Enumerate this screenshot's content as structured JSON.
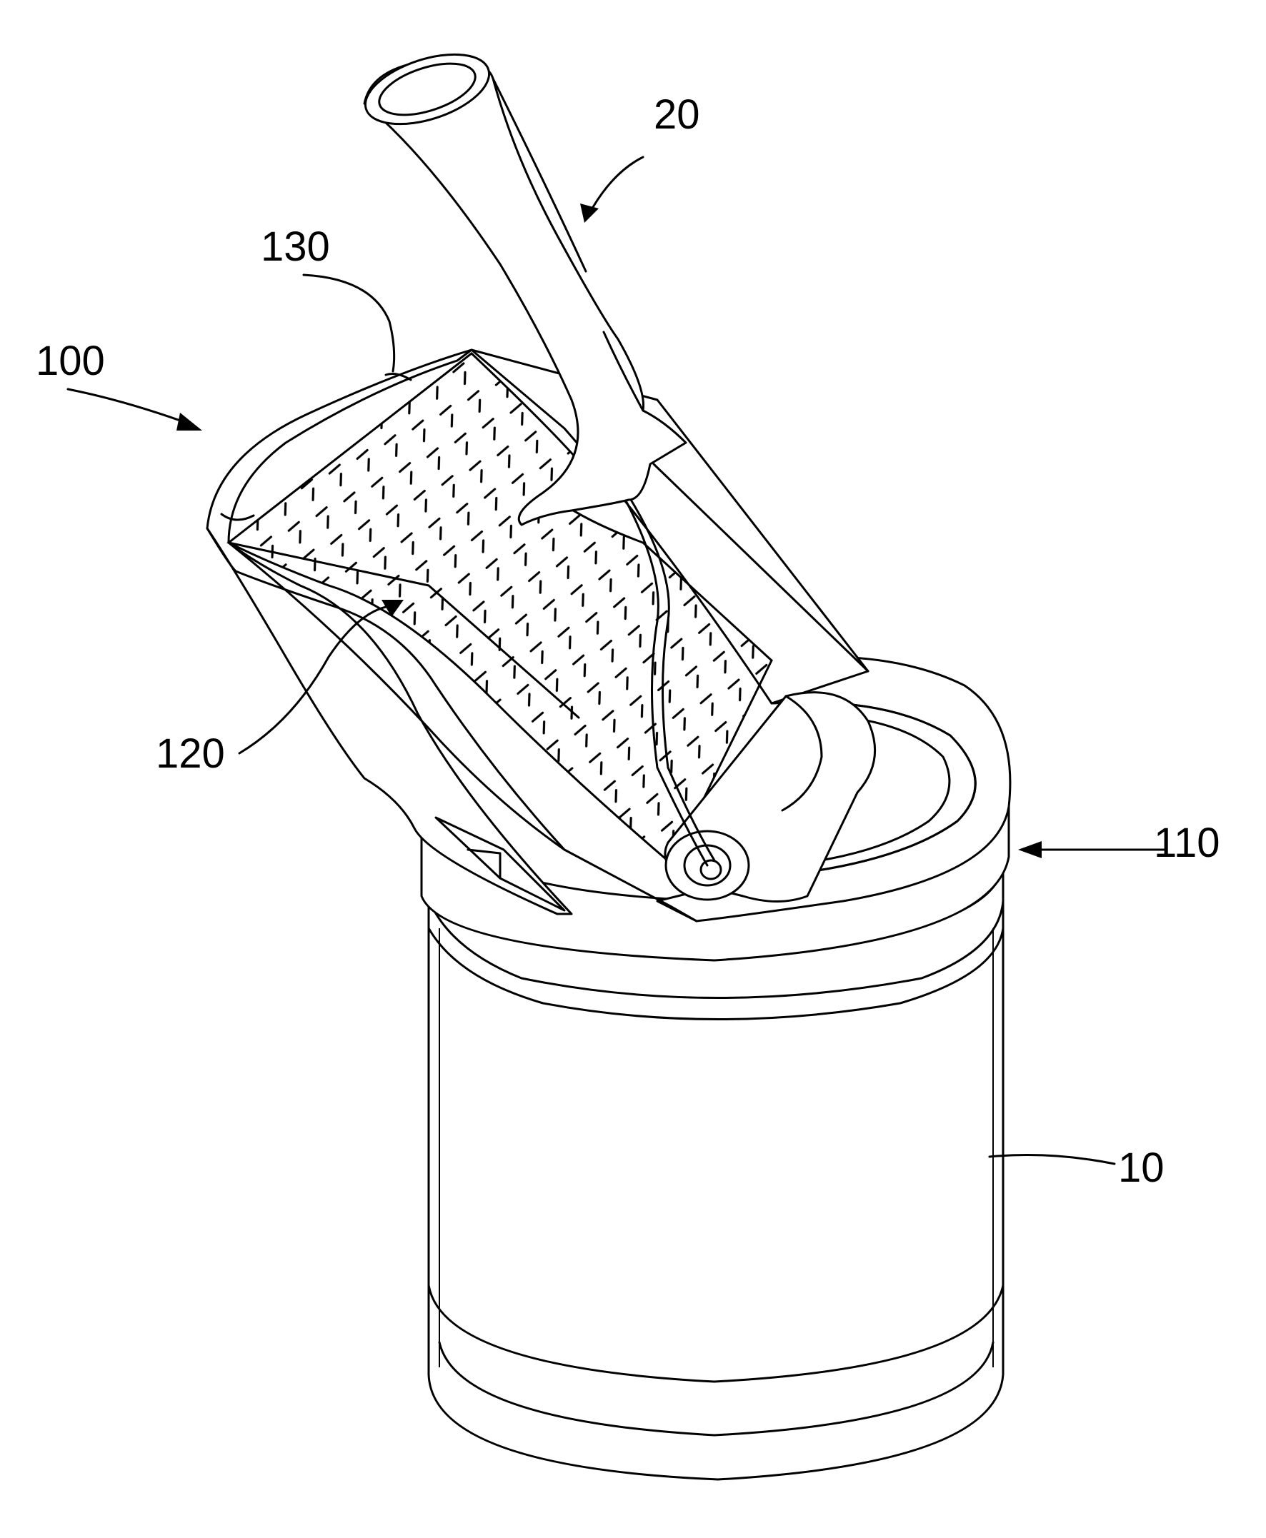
{
  "figure": {
    "labels": {
      "ref_20": "20",
      "ref_130": "130",
      "ref_100": "100",
      "ref_120": "120",
      "ref_110": "110",
      "ref_10": "10"
    }
  }
}
